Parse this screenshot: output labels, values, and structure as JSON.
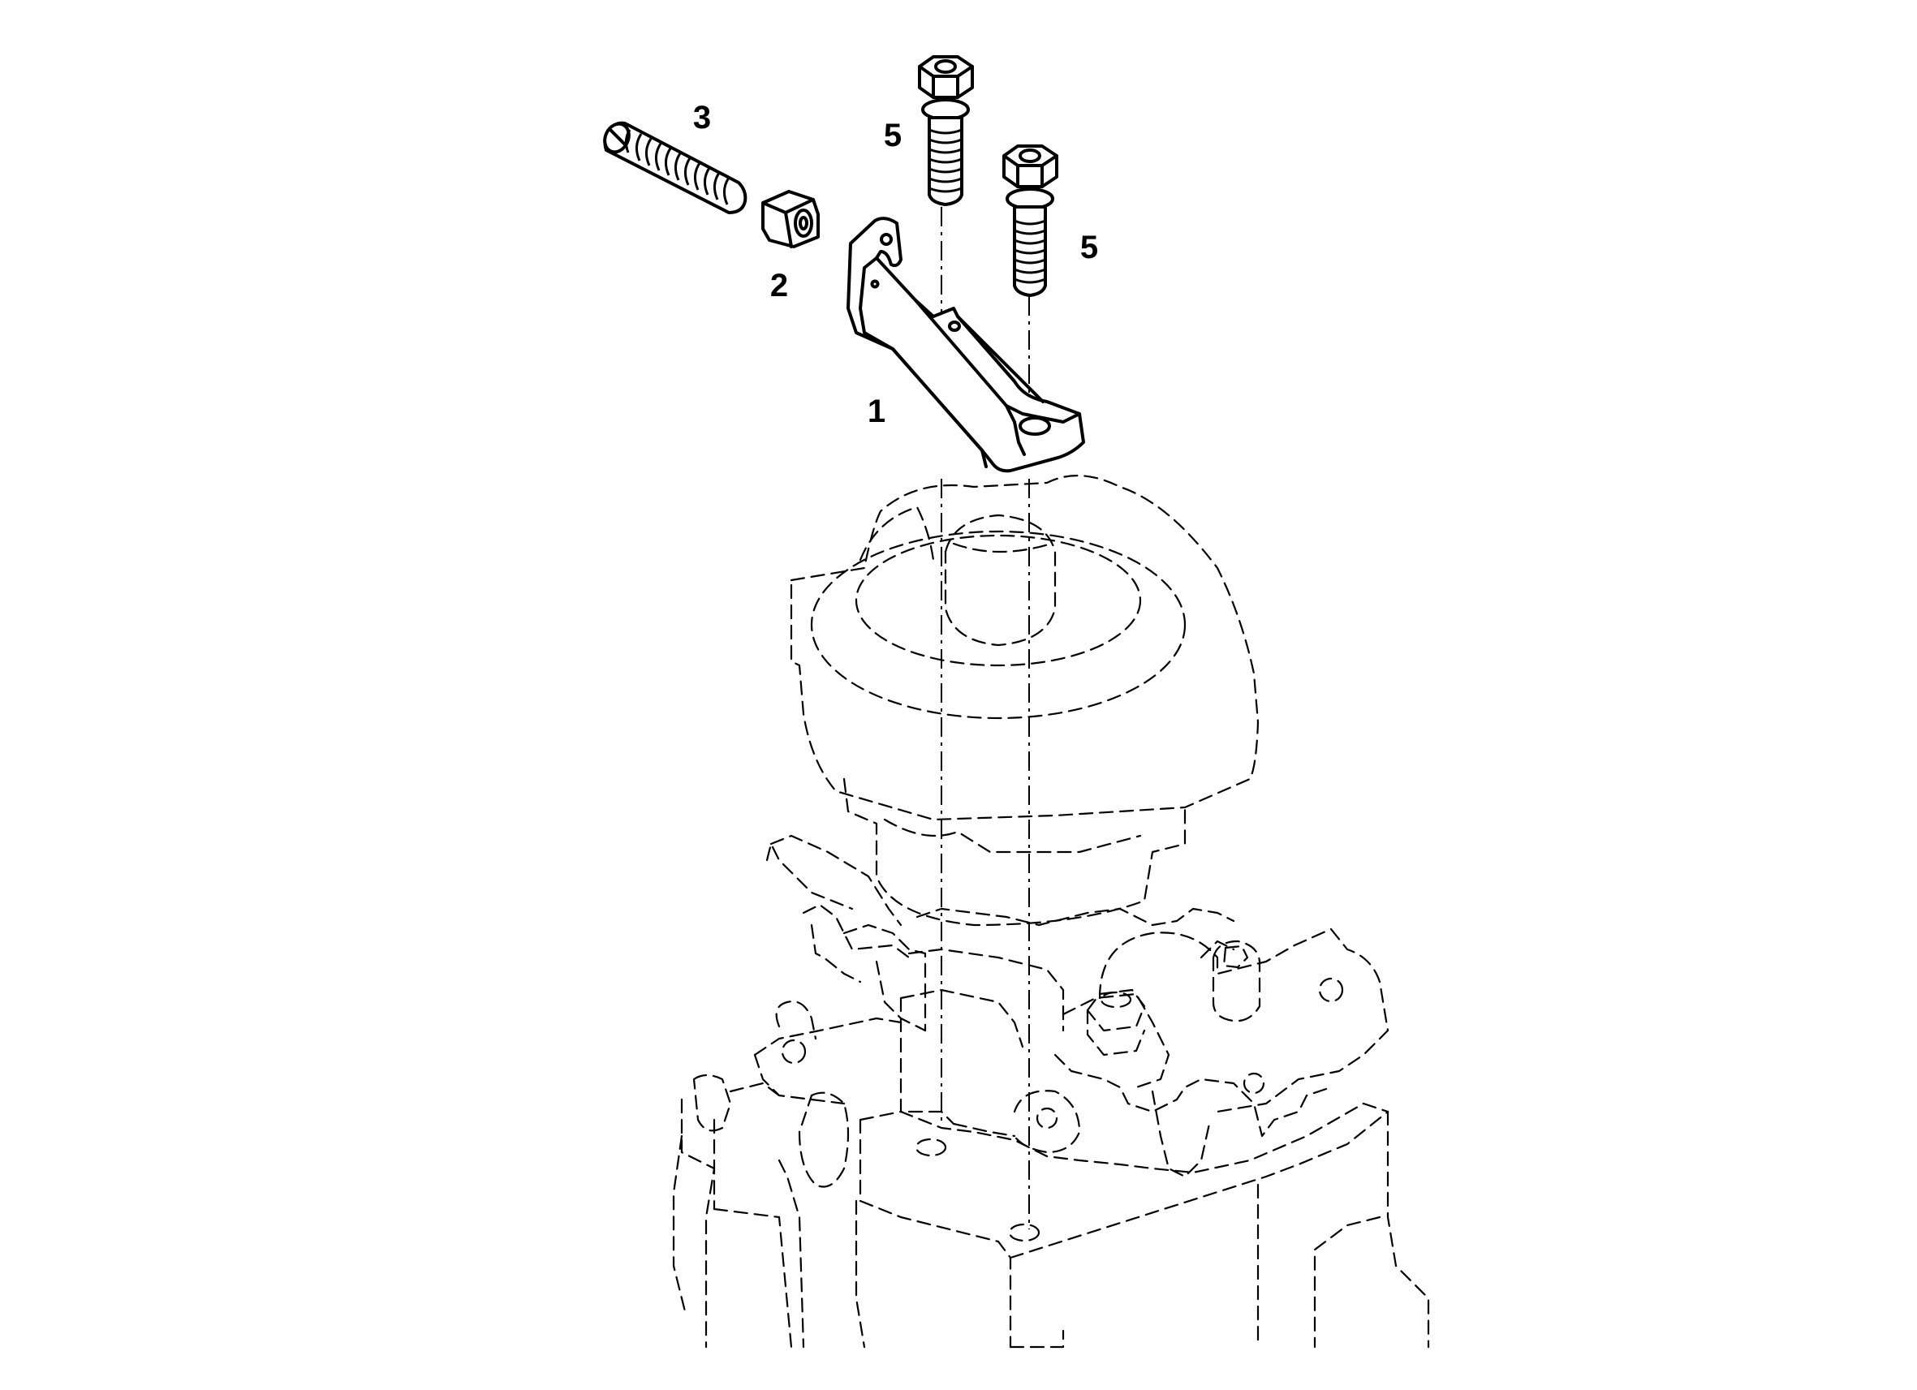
{
  "diagram": {
    "parts": [
      {
        "id": "bracket",
        "callout": "1"
      },
      {
        "id": "nut",
        "callout": "2"
      },
      {
        "id": "adjusting-screw",
        "callout": "3"
      },
      {
        "id": "bolt-left",
        "callout": "5"
      },
      {
        "id": "bolt-right",
        "callout": "5"
      }
    ],
    "colors": {
      "line": "#000000",
      "background": "#ffffff"
    }
  }
}
